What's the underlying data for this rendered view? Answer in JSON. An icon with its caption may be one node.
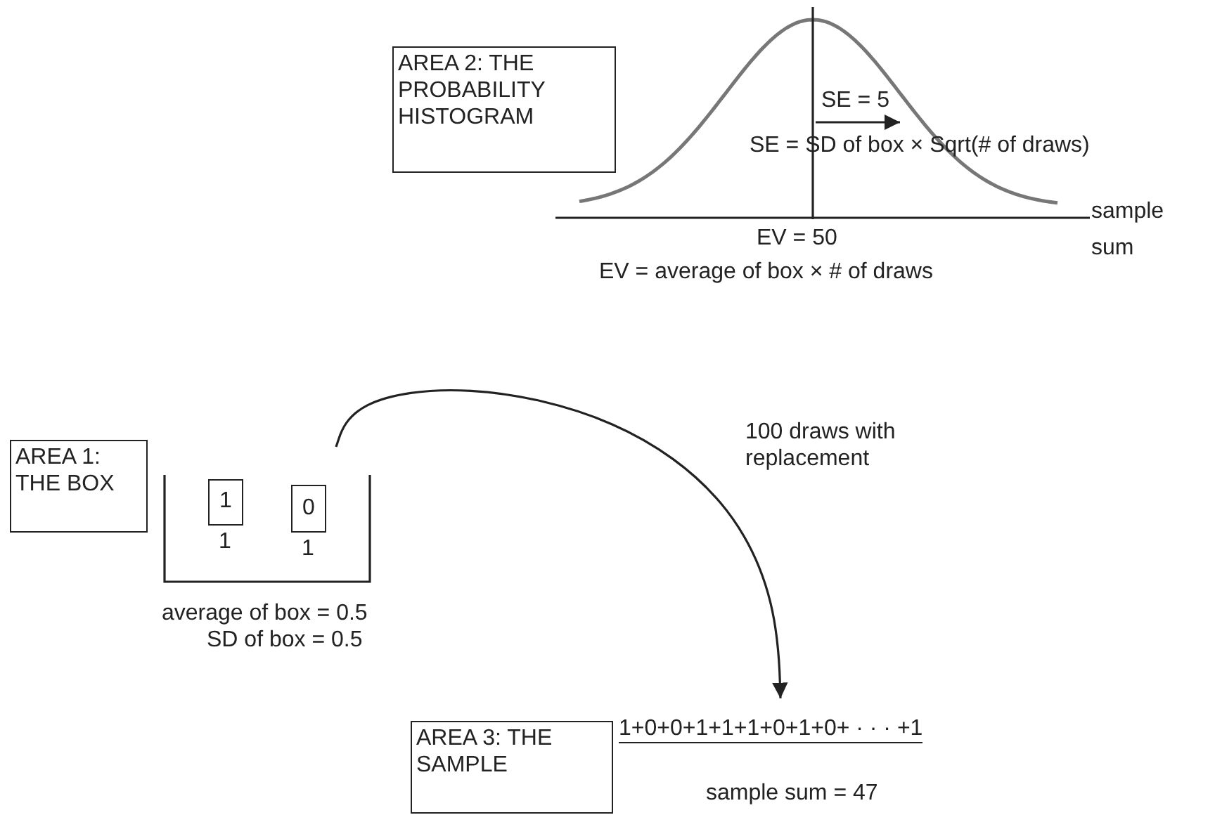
{
  "diagram": {
    "nodes": [
      {
        "text": [
          "AREA 1: THE BOX"
        ]
      },
      {
        "text": [],
        "shape": "box"
      },
      {
        "text": [
          "1"
        ],
        "in": 1,
        "beside": [
          "1"
        ]
      },
      {
        "text": [
          "0"
        ],
        "in": 1,
        "beside": [
          "1"
        ]
      },
      {
        "text": [
          "1+0+0+1+1+1+0+1+0+ · · · +1"
        ]
      },
      {
        "text": [
          "AREA 3: THE SAMPLE"
        ]
      },
      {
        "text": [
          "AREA 2: THE PROBABILITY HISTOGRAM"
        ]
      }
    ],
    "edges": [
      {
        "from": 1,
        "to": 4,
        "arrow": "to",
        "label": "100 draws with replacement"
      }
    ],
    "labels": [
      "SE = 5",
      "SE = SD of box × Sqrt(# of draws)",
      "sample sum",
      "EV = 50",
      "EV = average of box × # of draws",
      "average of box = 0.5",
      "SD of box = 0.5",
      "sample sum = 47"
    ]
  }
}
